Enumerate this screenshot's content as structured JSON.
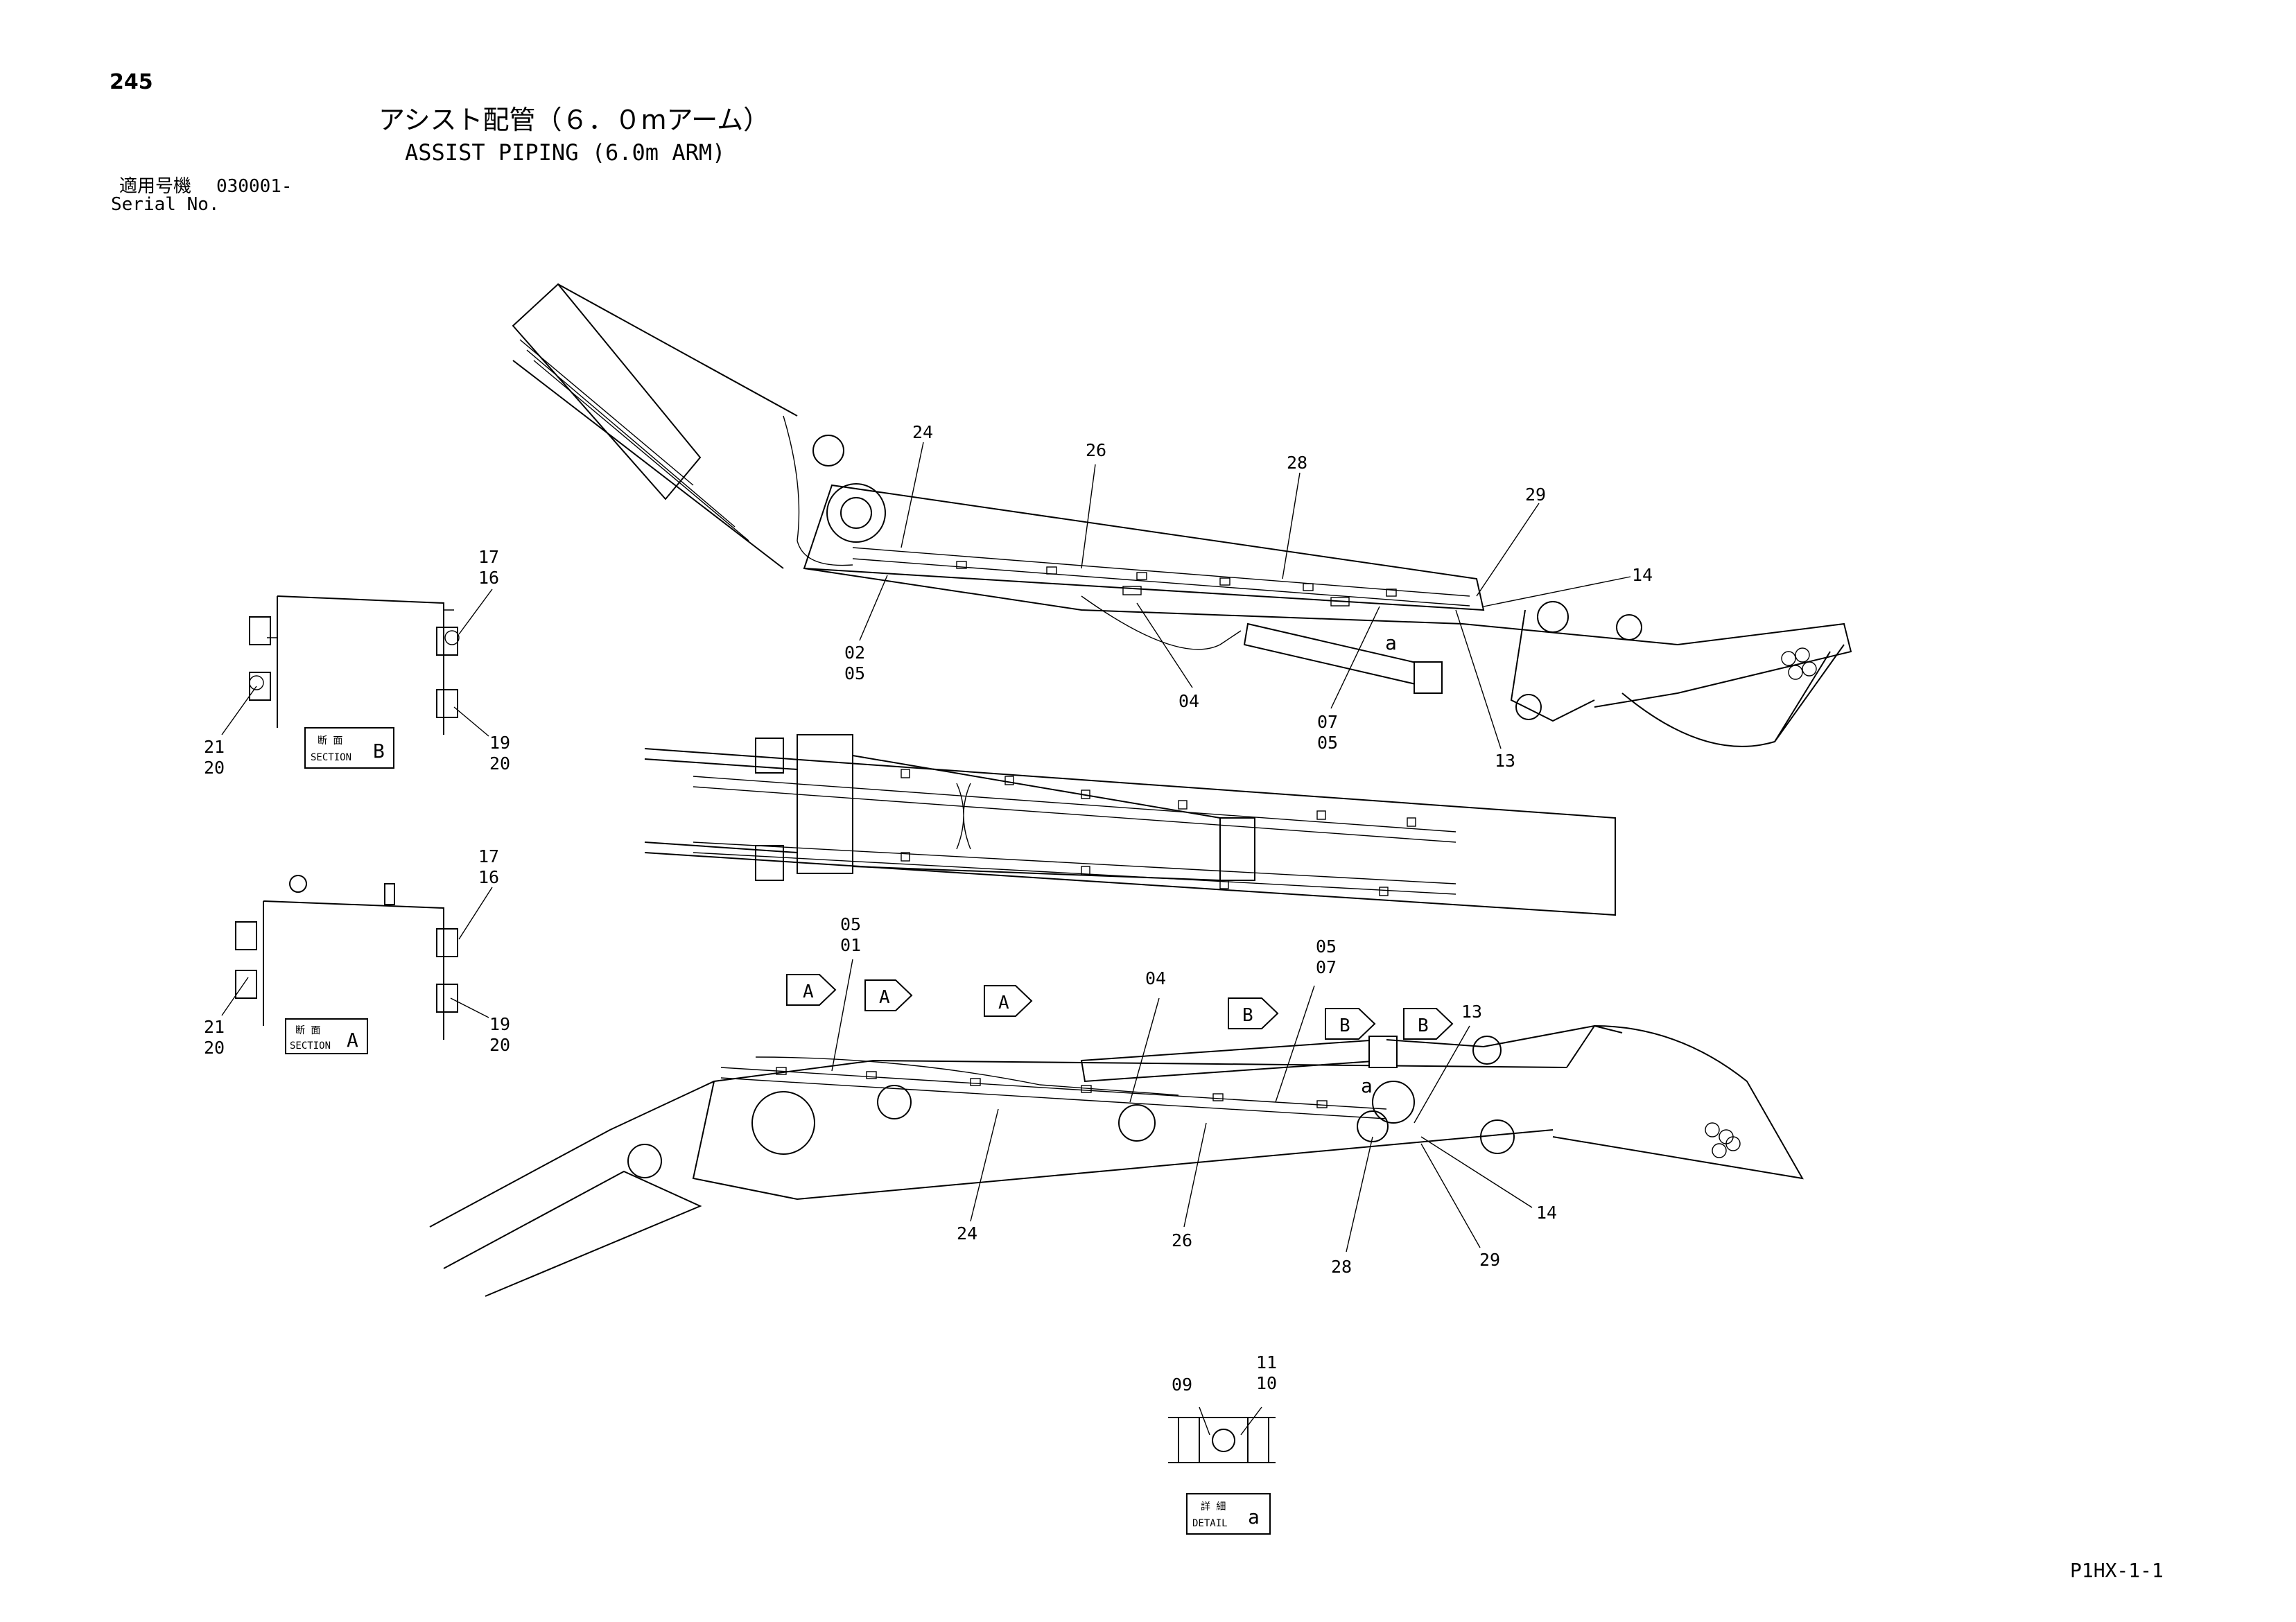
{
  "header": {
    "page_number": "245",
    "title_jp": "アシスト配管（６．０mアーム）",
    "title_en": "ASSIST PIPING (6.0m ARM)",
    "serial_label_jp": "適用号機",
    "serial_value": "030001-",
    "serial_label_en": "Serial No."
  },
  "labels": {
    "section_b_jp": "断 面",
    "section_b_en": "SECTION",
    "section_b_letter": "B",
    "section_a_jp": "断 面",
    "section_a_en": "SECTION",
    "section_a_letter": "A",
    "detail_jp": "詳 細",
    "detail_en": "DETAIL",
    "detail_letter": "a",
    "view_arrow_a": "A",
    "view_arrow_b": "B",
    "detail_marker": "a"
  },
  "callouts": {
    "top_24": "24",
    "top_26": "26",
    "top_28": "28",
    "top_29": "29",
    "top_14": "14",
    "top_02": "02",
    "top_05a": "05",
    "top_04": "04",
    "top_07": "07",
    "top_05b": "05",
    "top_13": "13",
    "secb_17": "17",
    "secb_16": "16",
    "secb_21": "21",
    "secb_20a": "20",
    "secb_19": "19",
    "secb_20b": "20",
    "seca_17": "17",
    "seca_16": "16",
    "seca_21": "21",
    "seca_20a": "20",
    "seca_19": "19",
    "seca_20b": "20",
    "bot_05a": "05",
    "bot_01": "01",
    "bot_04": "04",
    "bot_05b": "05",
    "bot_07": "07",
    "bot_13": "13",
    "bot_24": "24",
    "bot_26": "26",
    "bot_28": "28",
    "bot_14": "14",
    "bot_29": "29",
    "det_11": "11",
    "det_10": "10",
    "det_09": "09"
  },
  "footer": {
    "code": "P1HX-1-1"
  }
}
